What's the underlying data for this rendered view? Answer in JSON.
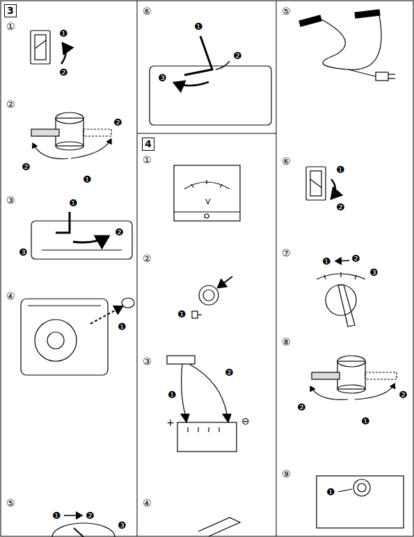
{
  "diagram": {
    "nodes": [
      {
        "text": [
          "3"
        ]
      },
      {
        "text": [
          "4"
        ]
      }
    ],
    "labels": [
      "①",
      "❶",
      "❷",
      "②",
      "❷",
      "❷",
      "❶",
      "③",
      "❶",
      "❷",
      "❸",
      "④",
      "❶",
      "⑤",
      "❶",
      "❷",
      "❸",
      "⑥",
      "❶",
      "❷",
      "❸",
      "①",
      "V",
      "②",
      "❶",
      "③",
      "❷",
      "❶",
      "+",
      "⊖",
      "④",
      "⑤",
      "⑥",
      "❶",
      "❷",
      "⑦",
      "❶",
      "❷",
      "❸",
      "⑧",
      "❷",
      "❷",
      "❶",
      "⑨",
      "❶"
    ]
  }
}
